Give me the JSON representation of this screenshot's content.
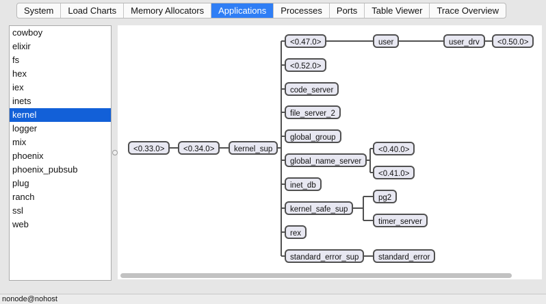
{
  "tabs": [
    {
      "label": "System"
    },
    {
      "label": "Load Charts"
    },
    {
      "label": "Memory Allocators"
    },
    {
      "label": "Applications"
    },
    {
      "label": "Processes"
    },
    {
      "label": "Ports"
    },
    {
      "label": "Table Viewer"
    },
    {
      "label": "Trace Overview"
    }
  ],
  "active_tab": "Applications",
  "applications": [
    "cowboy",
    "elixir",
    "fs",
    "hex",
    "iex",
    "inets",
    "kernel",
    "logger",
    "mix",
    "phoenix",
    "phoenix_pubsub",
    "plug",
    "ranch",
    "ssl",
    "web"
  ],
  "selected_application": "kernel",
  "tree": {
    "nodes": [
      {
        "id": "n033",
        "label": "<0.33.0>"
      },
      {
        "id": "n034",
        "label": "<0.34.0>"
      },
      {
        "id": "kernel_sup",
        "label": "kernel_sup"
      },
      {
        "id": "n047",
        "label": "<0.47.0>"
      },
      {
        "id": "user",
        "label": "user"
      },
      {
        "id": "user_drv",
        "label": "user_drv"
      },
      {
        "id": "n050",
        "label": "<0.50.0>"
      },
      {
        "id": "n052",
        "label": "<0.52.0>"
      },
      {
        "id": "code_server",
        "label": "code_server"
      },
      {
        "id": "file_server_2",
        "label": "file_server_2"
      },
      {
        "id": "global_group",
        "label": "global_group"
      },
      {
        "id": "global_name_server",
        "label": "global_name_server"
      },
      {
        "id": "n040",
        "label": "<0.40.0>"
      },
      {
        "id": "n041",
        "label": "<0.41.0>"
      },
      {
        "id": "inet_db",
        "label": "inet_db"
      },
      {
        "id": "kernel_safe_sup",
        "label": "kernel_safe_sup"
      },
      {
        "id": "pg2",
        "label": "pg2"
      },
      {
        "id": "timer_server",
        "label": "timer_server"
      },
      {
        "id": "rex",
        "label": "rex"
      },
      {
        "id": "standard_error_sup",
        "label": "standard_error_sup"
      },
      {
        "id": "standard_error",
        "label": "standard_error"
      }
    ],
    "edges": [
      [
        "n033",
        "n034"
      ],
      [
        "n034",
        "kernel_sup"
      ],
      [
        "kernel_sup",
        "n047"
      ],
      [
        "kernel_sup",
        "n052"
      ],
      [
        "kernel_sup",
        "code_server"
      ],
      [
        "kernel_sup",
        "file_server_2"
      ],
      [
        "kernel_sup",
        "global_group"
      ],
      [
        "kernel_sup",
        "global_name_server"
      ],
      [
        "kernel_sup",
        "inet_db"
      ],
      [
        "kernel_sup",
        "kernel_safe_sup"
      ],
      [
        "kernel_sup",
        "rex"
      ],
      [
        "kernel_sup",
        "standard_error_sup"
      ],
      [
        "n047",
        "user"
      ],
      [
        "user",
        "user_drv"
      ],
      [
        "user_drv",
        "n050"
      ],
      [
        "global_name_server",
        "n040"
      ],
      [
        "global_name_server",
        "n041"
      ],
      [
        "kernel_safe_sup",
        "pg2"
      ],
      [
        "kernel_safe_sup",
        "timer_server"
      ],
      [
        "standard_error_sup",
        "standard_error"
      ]
    ]
  },
  "status": "nonode@nohost"
}
